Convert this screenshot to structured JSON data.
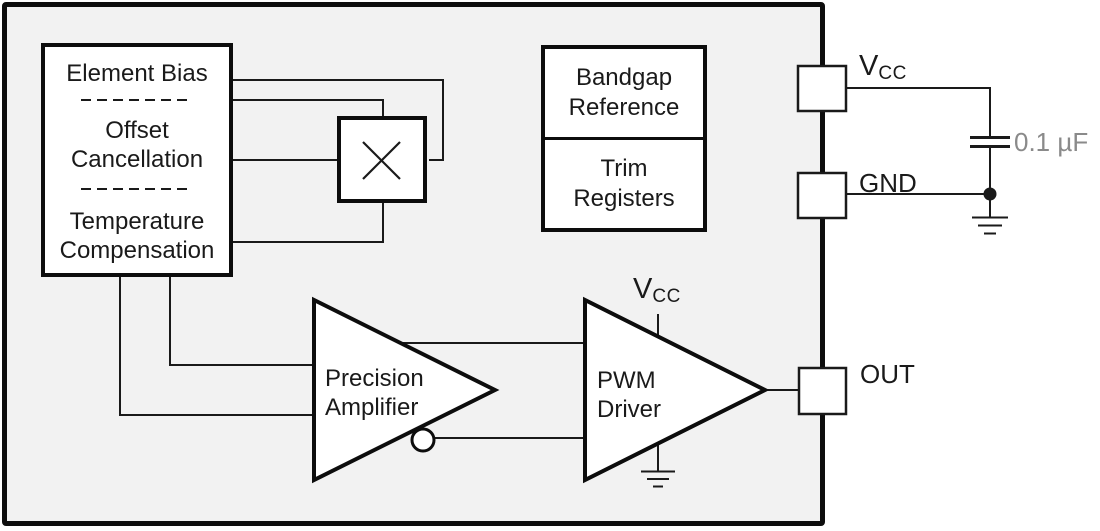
{
  "colors": {
    "chip_fill": "#f2f2f2",
    "line": "#1a1a1a",
    "border": "#0d0d0d",
    "muted_label": "#8a8a8a"
  },
  "chip": {
    "signal_block": {
      "row1": "Element Bias",
      "row2_line1": "Offset",
      "row2_line2": "Cancellation",
      "row3_line1": "Temperature",
      "row3_line2": "Compensation"
    },
    "reference_block": {
      "top_line1": "Bandgap",
      "top_line2": "Reference",
      "bottom_line1": "Trim",
      "bottom_line2": "Registers"
    },
    "precision_amplifier": {
      "line1": "Precision",
      "line2": "Amplifier"
    },
    "pwm_driver": {
      "line1": "PWM",
      "line2": "Driver",
      "supply_label": {
        "main": "V",
        "sub": "CC"
      }
    }
  },
  "pins": {
    "vcc": {
      "main": "V",
      "sub": "CC"
    },
    "gnd": {
      "label": "GND"
    },
    "out": {
      "label": "OUT"
    }
  },
  "external": {
    "capacitor_value": "0.1 µF"
  }
}
